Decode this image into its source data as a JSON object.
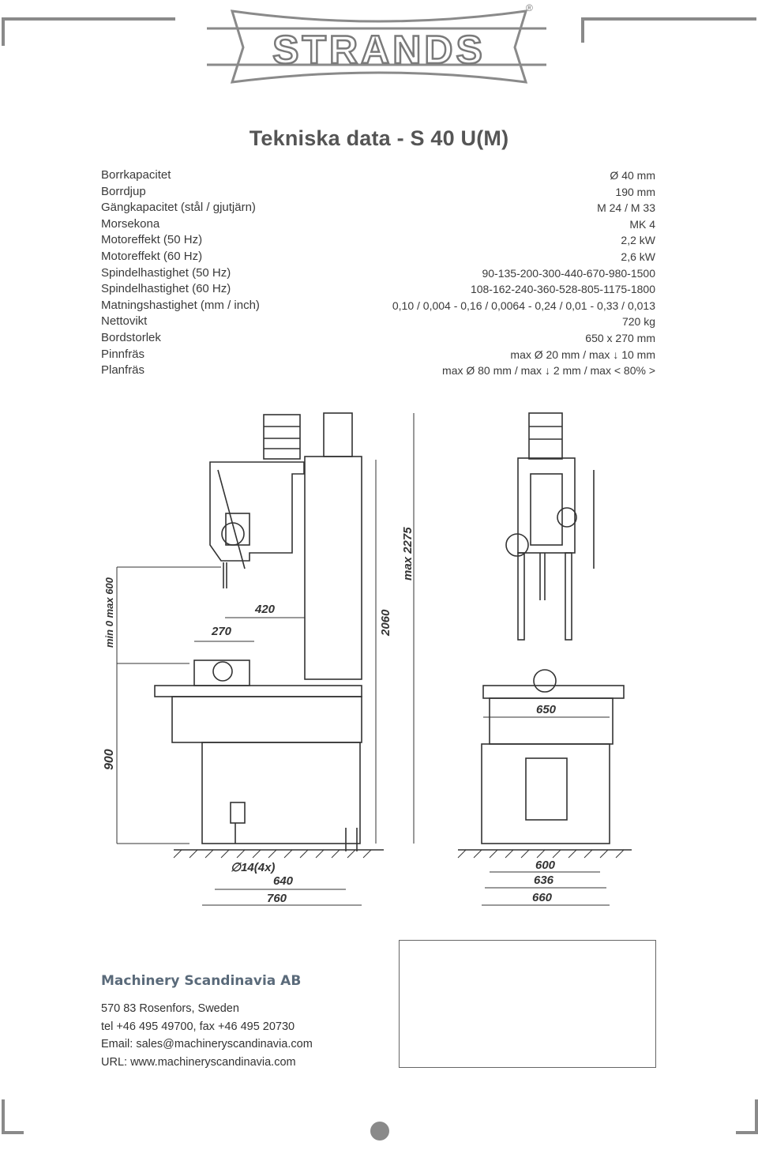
{
  "brand": {
    "logo_text": "STRANDS",
    "registered_mark": "®"
  },
  "title": "Tekniska data - S 40 U(M)",
  "specs": [
    {
      "label": "Borrkapacitet",
      "value": "Ø 40 mm"
    },
    {
      "label": "Borrdjup",
      "value": "190 mm"
    },
    {
      "label": "Gängkapacitet (stål / gjutjärn)",
      "value": "M 24 / M 33"
    },
    {
      "label": "Morsekona",
      "value": "MK 4"
    },
    {
      "label": "Motoreffekt (50 Hz)",
      "value": "2,2 kW"
    },
    {
      "label": "Motoreffekt (60 Hz)",
      "value": "2,6 kW"
    },
    {
      "label": "Spindelhastighet (50 Hz)",
      "value": "90-135-200-300-440-670-980-1500"
    },
    {
      "label": "Spindelhastighet (60 Hz)",
      "value": "108-162-240-360-528-805-1175-1800"
    },
    {
      "label": "Matningshastighet (mm / inch)",
      "value": "0,10 / 0,004 - 0,16 / 0,0064 - 0,24 / 0,01 - 0,33 / 0,013"
    },
    {
      "label": "Nettovikt",
      "value": "720 kg"
    },
    {
      "label": "Bordstorlek",
      "value": "650 x 270 mm"
    },
    {
      "label": "Pinnfräs",
      "value": "max Ø 20 mm / max ↓ 10 mm"
    },
    {
      "label": "Planfräs",
      "value": "max Ø 80 mm / max ↓ 2 mm  / max < 80% >"
    }
  ],
  "dimensions": {
    "min_max_height": "min 0 max 600",
    "height_900": "900",
    "width_270": "270",
    "reach_420": "420",
    "height_2060": "2060",
    "max_2275": "max 2275",
    "holes": "∅14(4x)",
    "depth_640": "640",
    "depth_760": "760",
    "table_650": "650",
    "base_600": "600",
    "base_636": "636",
    "base_660": "660"
  },
  "contact": {
    "company": "Machinery Scandinavia AB",
    "address": "570 83 Rosenfors, Sweden",
    "phone": "tel +46 495 49700, fax +46 495 20730",
    "email": "Email: sales@machineryscandinavia.com",
    "url": "URL: www.machineryscandinavia.com"
  }
}
